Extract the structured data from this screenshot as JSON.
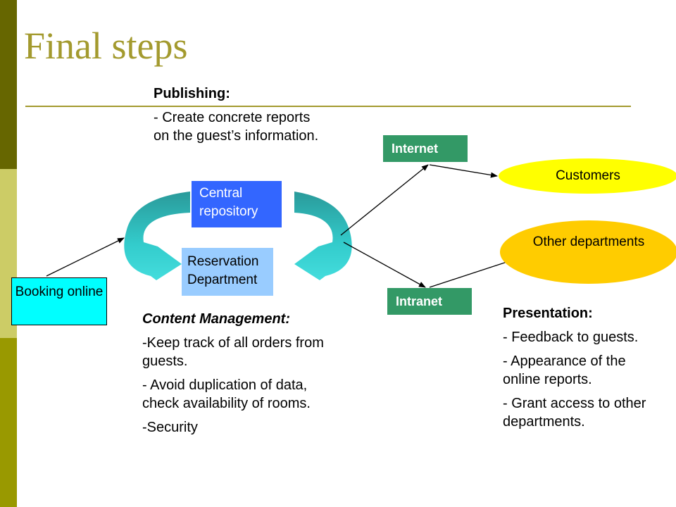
{
  "slide": {
    "title": "Final steps",
    "accent_color": "#a39a2e"
  },
  "publishing": {
    "heading": "Publishing:",
    "items": [
      "- Create concrete reports on the guest’s information."
    ]
  },
  "content_management": {
    "heading": "Content Management:",
    "items": [
      "-Keep track of all orders from guests.",
      "- Avoid duplication of data, check availability of rooms.",
      "-Security"
    ]
  },
  "presentation": {
    "heading": "Presentation:",
    "items": [
      "- Feedback to guests.",
      "- Appearance of the online reports.",
      "- Grant access to other departments."
    ]
  },
  "nodes": {
    "booking": "Booking online",
    "central": "Central repository",
    "reservation": "Reservation Department",
    "internet": "Internet",
    "intranet": "Intranet",
    "customers": "Customers",
    "other": "Other departments"
  },
  "colors": {
    "booking_fill": "#00ffff",
    "central_fill": "#3366ff",
    "reservation_fill": "#99ccff",
    "network_fill": "#339966",
    "customers_fill": "#ffff00",
    "other_fill": "#ffcc00",
    "cycle_arrow": "#33cccc"
  }
}
